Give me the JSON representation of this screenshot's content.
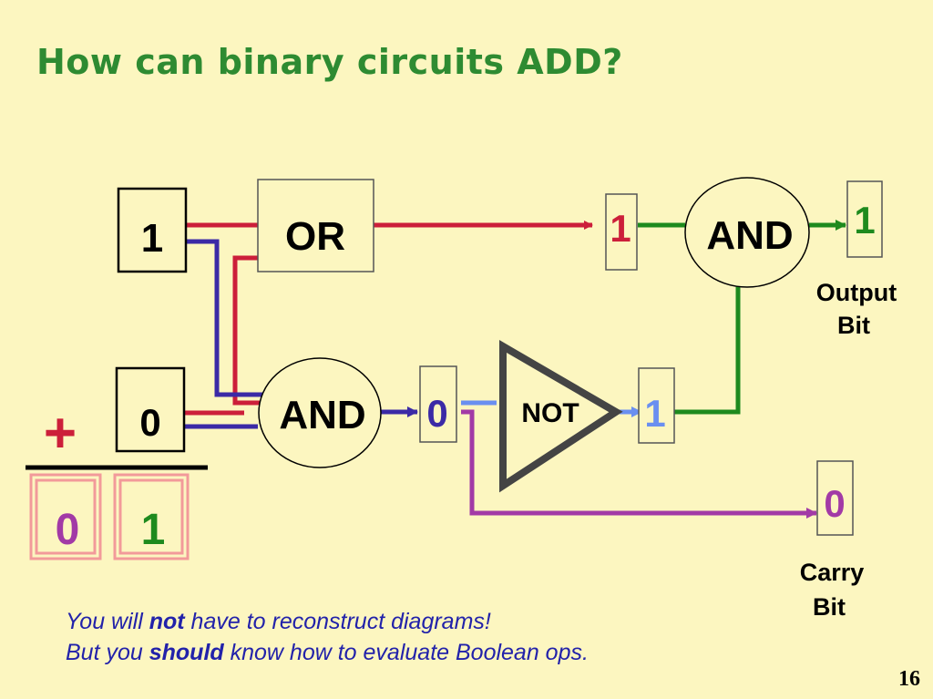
{
  "title": "How can binary circuits ADD?",
  "colors": {
    "background": "#fcf6c0",
    "title": "#2e8b32",
    "red_wire": "#cc1f3a",
    "blue_wire": "#3b2aa6",
    "green_wire": "#1e8a1e",
    "purple_wire": "#a23aa6",
    "light_blue_wire": "#6a8ff0",
    "caption": "#2222aa"
  },
  "inputs": {
    "a": "1",
    "b": "0"
  },
  "plus_sign": "+",
  "sum_result": {
    "carry_digit": "0",
    "sum_digit": "1"
  },
  "gates": {
    "or": "OR",
    "and_lower": "AND",
    "not": "NOT",
    "and_upper": "AND"
  },
  "values": {
    "or_out": "1",
    "and_out": "0",
    "not_out": "1",
    "output_bit": "1",
    "carry_bit": "0"
  },
  "labels": {
    "output_line1": "Output",
    "output_line2": "Bit",
    "carry_line1": "Carry",
    "carry_line2": "Bit"
  },
  "caption": {
    "l1_pre": "You will ",
    "l1_bold": "not",
    "l1_post": " have to reconstruct diagrams!",
    "l2_pre": "But you ",
    "l2_bold": "should",
    "l2_post": " know how to evaluate Boolean ops."
  },
  "page_number": "16"
}
